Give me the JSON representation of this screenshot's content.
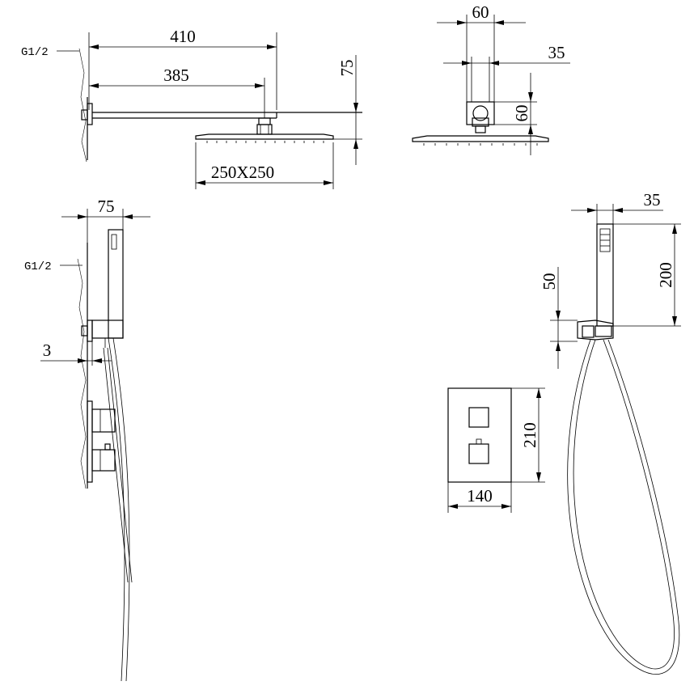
{
  "dimensions": {
    "arm_length": "410",
    "arm_reach": "385",
    "arm_height": "75",
    "shower_head_size": "250X250",
    "arm_connector_width": "60",
    "arm_connector_offset": "35",
    "arm_connector_height": "60",
    "holder_depth": "75",
    "wall_thickness": "3",
    "handset_width": "35",
    "handset_length": "200",
    "bracket_height": "50",
    "valve_height": "210",
    "valve_width": "140"
  },
  "thread_labels": {
    "arm_thread": "G1/2",
    "side_thread": "G1/2"
  }
}
